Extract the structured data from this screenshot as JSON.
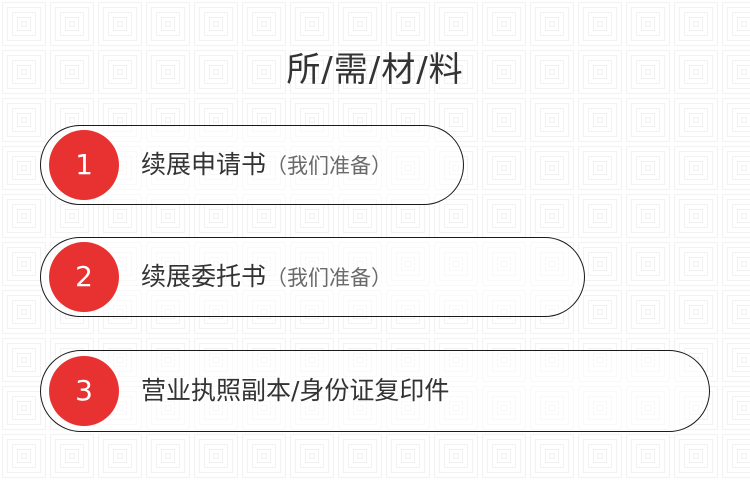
{
  "title": "所/需/材/料",
  "colors": {
    "accent": "#e83232",
    "text": "#333333",
    "note": "#6a6a6a",
    "border": "#1a1a1a",
    "background": "#ffffff"
  },
  "items": [
    {
      "number": "1",
      "label": "续展申请书",
      "note": "（我们准备）"
    },
    {
      "number": "2",
      "label": "续展委托书",
      "note": "（我们准备）"
    },
    {
      "number": "3",
      "label": "营业执照副本/身份证复印件",
      "note": ""
    }
  ]
}
